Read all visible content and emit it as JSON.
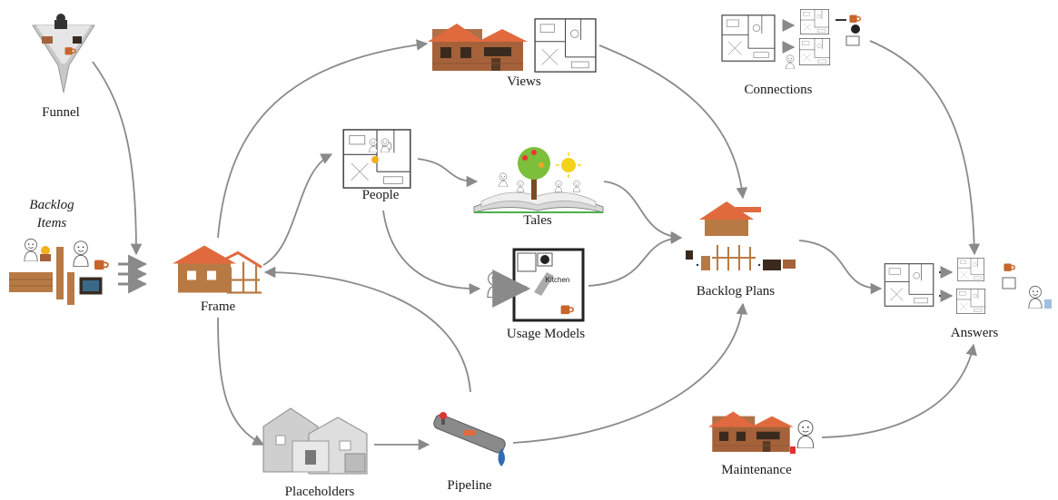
{
  "labels": {
    "funnel": "Funnel",
    "backlog_items_line1": "Backlog",
    "backlog_items_line2": "Items",
    "frame": "Frame",
    "views": "Views",
    "people": "People",
    "tales": "Tales",
    "usage_models": "Usage Models",
    "connections": "Connections",
    "backlog_plans": "Backlog Plans",
    "answers": "Answers",
    "placeholders": "Placeholders",
    "pipeline": "Pipeline",
    "maintenance": "Maintenance",
    "kitchen": "Kitchen"
  },
  "colors": {
    "arrow": "#8a8a8a",
    "roof": "#e06a3e",
    "brick": "#a5623a",
    "wood": "#b87a45",
    "plan_line": "#555555",
    "tree_green": "#7bbf3a",
    "sun": "#f5d21a",
    "mug": "#c8652a",
    "pipe": "#7a7a7a",
    "drop": "#2e6db3"
  }
}
